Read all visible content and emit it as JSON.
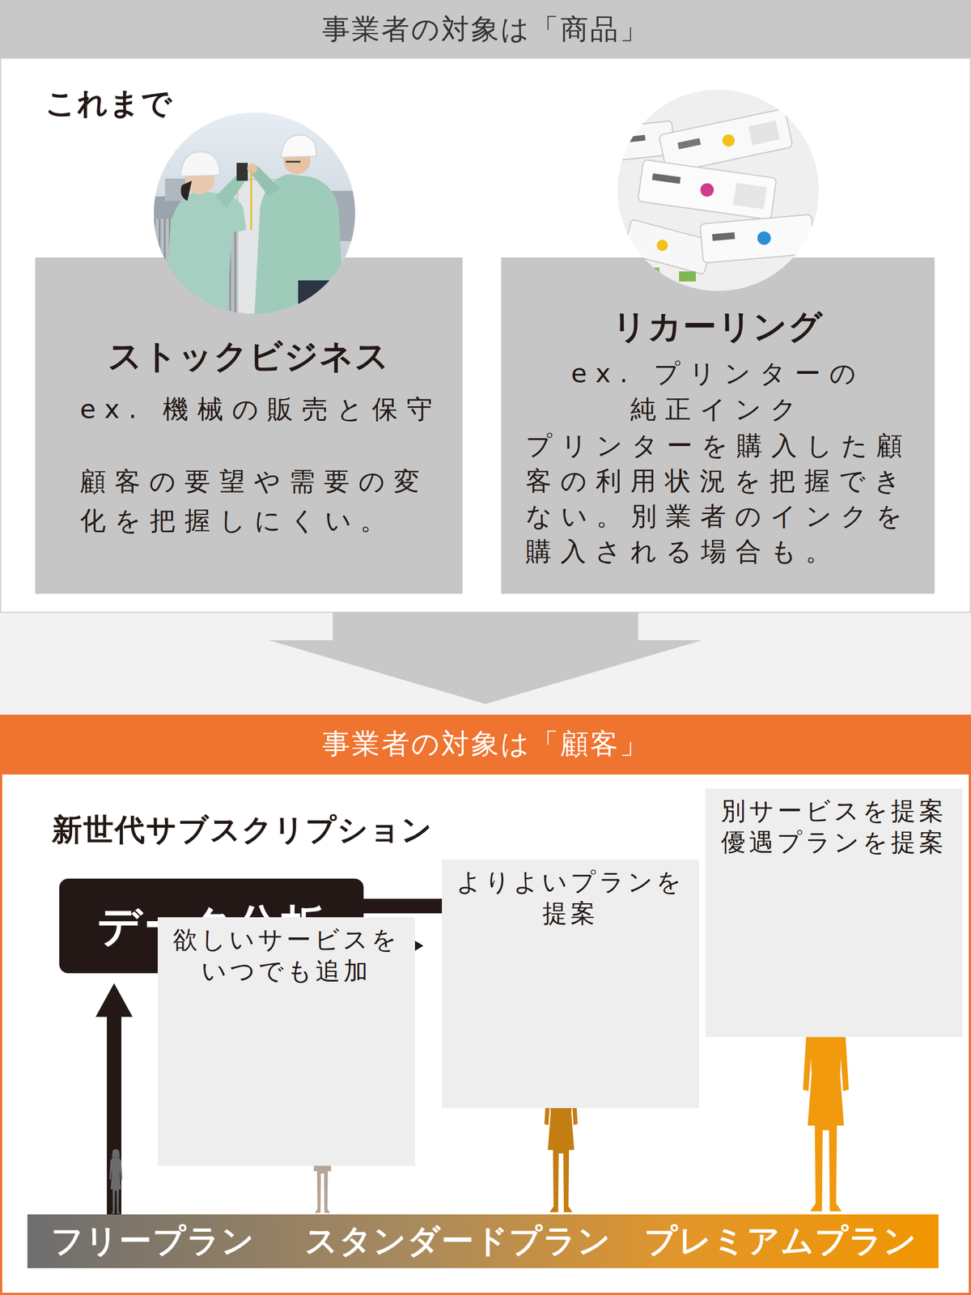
{
  "diagram": {
    "nodes": [
      {
        "text": [
          "事業者の対象は「商品」"
        ]
      },
      {
        "text": [
          "これまで"
        ]
      },
      {
        "text": [
          "ストックビジネス",
          "ex. 機械の販売と保守",
          "顧客の要望や需要の変化を把握しにくい。"
        ],
        "in": 1
      },
      {
        "text": [
          "リカーリング",
          "ex. プリンターの 純正インク",
          "プリンターを購入した顧客の利用状況を把握できない。別業者のインクを購入される場合も。"
        ],
        "in": 1
      },
      {
        "text": [
          "事業者の対象は「顧客」"
        ]
      },
      {
        "text": [
          "新世代サブスクリプション"
        ]
      },
      {
        "text": [
          "データ分析"
        ],
        "in": 5
      },
      {
        "text": [
          "欲しいサービスを いつでも追加"
        ],
        "in": 5
      },
      {
        "text": [
          "よりよいプランを 提案"
        ],
        "in": 5
      },
      {
        "text": [
          "別サービスを提案 優遇プランを提案"
        ],
        "in": 5
      },
      {
        "text": [
          "フリープラン",
          "スタンダードプラン",
          "プレミアムプラン"
        ],
        "in": 5
      }
    ],
    "edges": [
      {
        "from": 1,
        "to": 4,
        "arrow": "to"
      },
      {
        "from": 10,
        "to": 6,
        "arrow": "to"
      },
      {
        "from": 6,
        "to": 8,
        "arrow": "to"
      },
      {
        "from": 6,
        "to": 9,
        "arrow": "to"
      }
    ]
  }
}
